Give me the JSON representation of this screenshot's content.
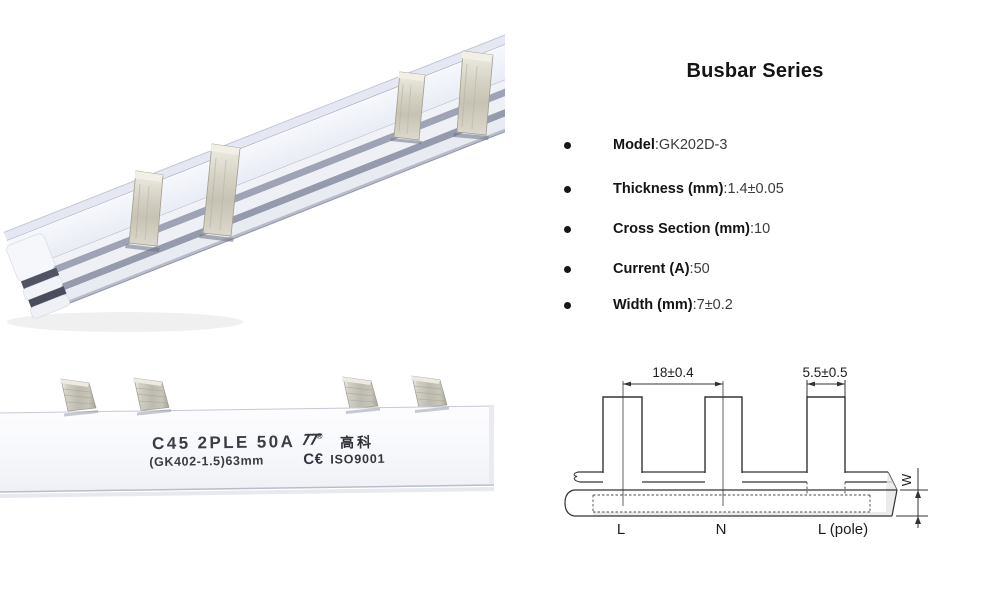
{
  "info": {
    "title": "Busbar Series",
    "colon": ":",
    "specs": [
      {
        "label": "Model",
        "value": "GK202D-3"
      },
      {
        "label": "Thickness (mm)",
        "value": "1.4±0.05"
      },
      {
        "label": "Cross Section (mm)",
        "value": "10"
      },
      {
        "label": "Current (A)",
        "value": "50"
      },
      {
        "label": "Width (mm)",
        "value": "7±0.2"
      }
    ]
  },
  "product_print": {
    "line1": "C45 2PLE 50A",
    "brand_logo": "TT",
    "brand_reg": "®",
    "brand_cn": "高科",
    "line2": "(GK402-1.5)63mm",
    "ce_mark": "C€",
    "iso": "ISO9001"
  },
  "diagram": {
    "dim_pitch": "18±0.4",
    "dim_pin_width": "5.5±0.5",
    "label_l": "L",
    "label_n": "N",
    "label_l_pole": "L (pole)",
    "label_w": "W"
  },
  "colors": {
    "background": "#ffffff",
    "diagram_line": "#333333",
    "text": "#1a1a1a",
    "bar_body": "#f2f3f8",
    "metal_pin": "#cfccbf"
  }
}
